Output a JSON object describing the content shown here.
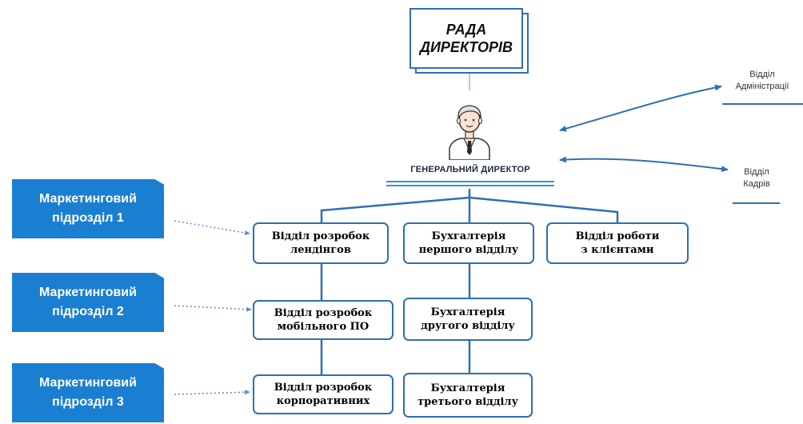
{
  "board": {
    "line1": "РАДА",
    "line2": "ДИРЕКТОРІВ"
  },
  "ceo": {
    "title": "ГЕНЕРАЛЬНИЙ ДИРЕКТОР",
    "avatar_icon": "man-in-suit-icon"
  },
  "side_units": [
    {
      "line1": "Відділ",
      "line2": "Адміністрації"
    },
    {
      "line1": "Відділ",
      "line2": "Кадрів"
    }
  ],
  "marketing": [
    {
      "line1": "Маркетинговий",
      "line2": "підрозділ 1"
    },
    {
      "line1": "Маркетинговий",
      "line2": "підрозділ 2"
    },
    {
      "line1": "Маркетинговий",
      "line2": "підрозділ 3"
    }
  ],
  "departments": {
    "landing": {
      "line1": "Відділ розробок",
      "line2": "лендінгов"
    },
    "accounting1": {
      "line1": "Бухгалтерія",
      "line2": "першого відділу"
    },
    "clients": {
      "line1": "Відділ роботи",
      "line2": "з клієнтами"
    },
    "mobile": {
      "line1": "Відділ розробок",
      "line2": "мобільного ПО"
    },
    "accounting2": {
      "line1": "Бухгалтерія",
      "line2": "другого відділу"
    },
    "corporate": {
      "line1": "Відділ розробок",
      "line2": "корпоративних"
    },
    "accounting3": {
      "line1": "Бухгалтерія",
      "line2": "третього відділу"
    }
  },
  "colors": {
    "primary": "#2e6fb5",
    "flag": "#1a7fd1",
    "dotted": "#5a8fd6"
  }
}
